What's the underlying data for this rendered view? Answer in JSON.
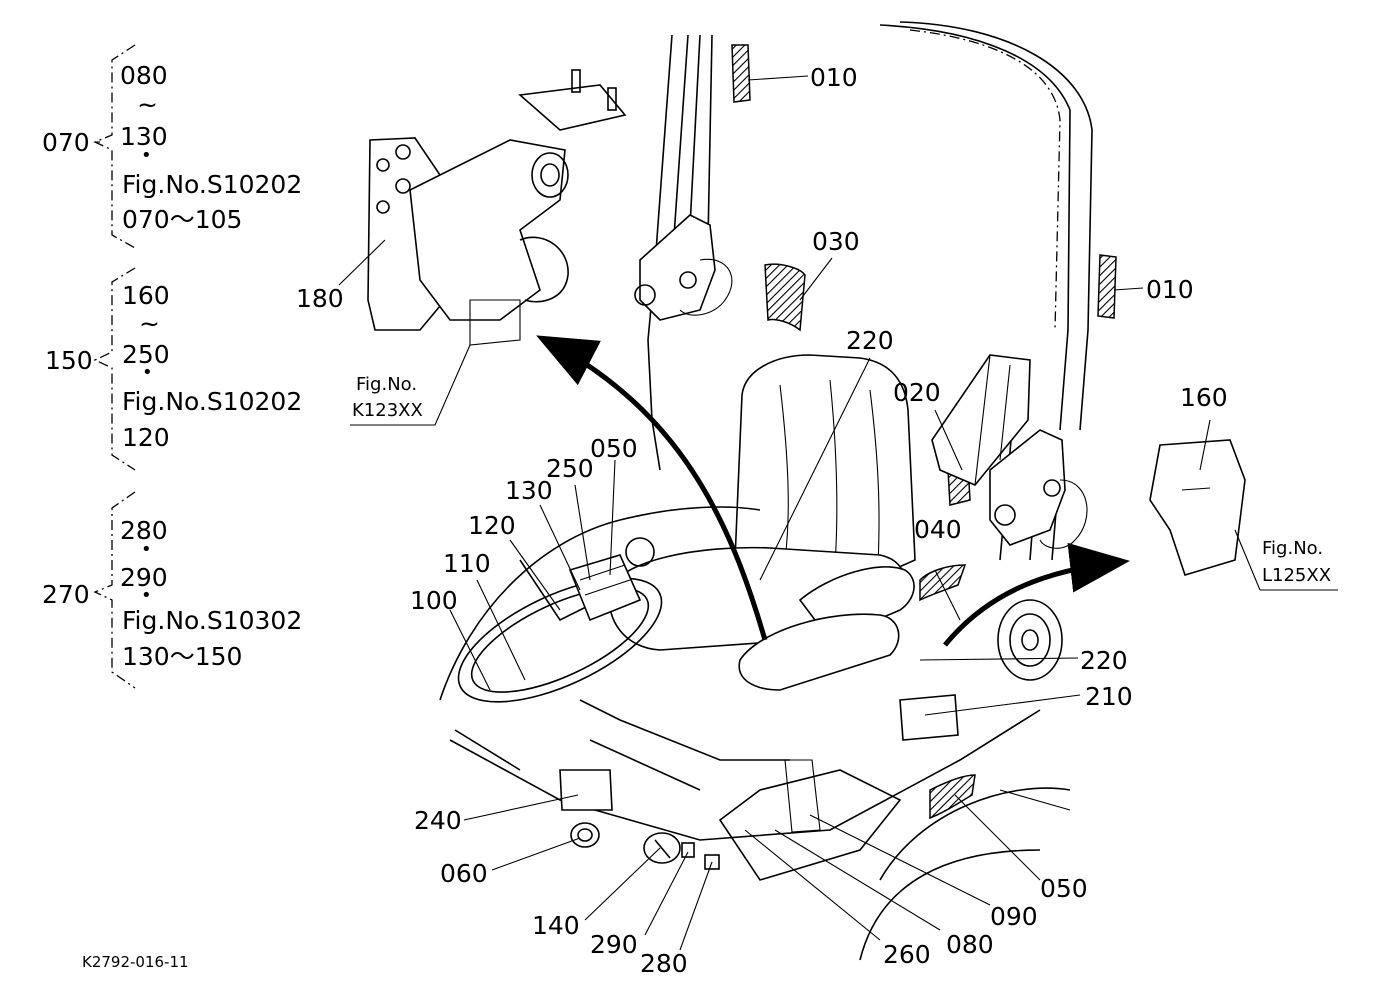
{
  "document": {
    "code": "K2792-016-11"
  },
  "groups": [
    {
      "id": "070",
      "label": "070",
      "items": [
        "080",
        "~",
        "130",
        "•",
        "Fig.No.S10202",
        "070～105"
      ]
    },
    {
      "id": "150",
      "label": "150",
      "items": [
        "160",
        "~",
        "250",
        "•",
        "Fig.No.S10202",
        "120"
      ]
    },
    {
      "id": "270",
      "label": "270",
      "items": [
        "280",
        "•",
        "290",
        "•",
        "Fig.No.S10302",
        "130～150"
      ]
    }
  ],
  "callouts": [
    {
      "id": "010a",
      "text": "010"
    },
    {
      "id": "010b",
      "text": "010"
    },
    {
      "id": "030",
      "text": "030"
    },
    {
      "id": "220a",
      "text": "220"
    },
    {
      "id": "020",
      "text": "020"
    },
    {
      "id": "160",
      "text": "160"
    },
    {
      "id": "180",
      "text": "180"
    },
    {
      "id": "050a",
      "text": "050"
    },
    {
      "id": "250",
      "text": "250"
    },
    {
      "id": "130",
      "text": "130"
    },
    {
      "id": "120",
      "text": "120"
    },
    {
      "id": "110",
      "text": "110"
    },
    {
      "id": "100",
      "text": "100"
    },
    {
      "id": "040",
      "text": "040"
    },
    {
      "id": "220b",
      "text": "220"
    },
    {
      "id": "210",
      "text": "210"
    },
    {
      "id": "240",
      "text": "240"
    },
    {
      "id": "060",
      "text": "060"
    },
    {
      "id": "050b",
      "text": "050"
    },
    {
      "id": "090",
      "text": "090"
    },
    {
      "id": "140",
      "text": "140"
    },
    {
      "id": "290",
      "text": "290"
    },
    {
      "id": "280",
      "text": "280"
    },
    {
      "id": "260",
      "text": "260"
    },
    {
      "id": "080",
      "text": "080"
    }
  ],
  "figrefs": [
    {
      "id": "k123",
      "line1": "Fig.No.",
      "line2": "K123XX"
    },
    {
      "id": "l125",
      "line1": "Fig.No.",
      "line2": "L125XX"
    }
  ]
}
